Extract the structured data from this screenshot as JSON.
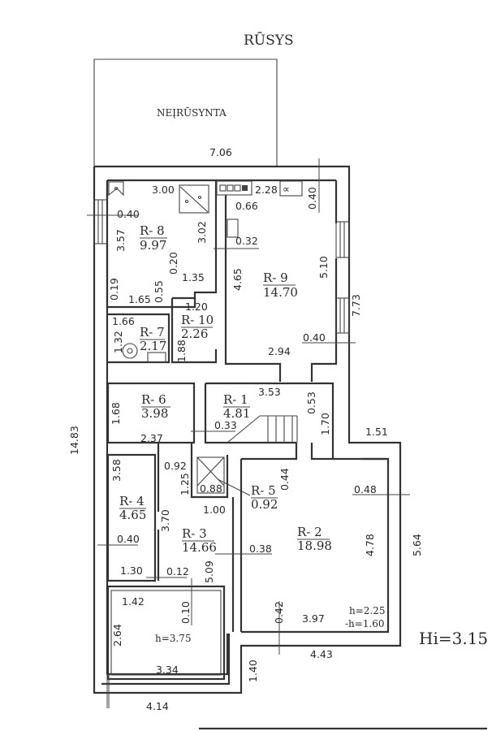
{
  "title": "RŪSYS",
  "annex_label": "NEĮRŪSYNTA",
  "ceiling_height": "Hi=3.15",
  "rooms": [
    {
      "id": "R- 8",
      "area": "9.97"
    },
    {
      "id": "R- 9",
      "area": "14.70"
    },
    {
      "id": "R- 7",
      "area": "2.17"
    },
    {
      "id": "R- 10",
      "area": "2.26"
    },
    {
      "id": "R- 6",
      "area": "3.98"
    },
    {
      "id": "R- 1",
      "area": "4.81"
    },
    {
      "id": "R- 4",
      "area": "4.65"
    },
    {
      "id": "R- 5",
      "area": "0.92"
    },
    {
      "id": "R- 3",
      "area": "14.66"
    },
    {
      "id": "R- 2",
      "area": "18.98"
    }
  ],
  "pit": {
    "height": "h=3.75"
  },
  "r2_heights": {
    "h": "h=2.25",
    "minus_h": "-h=1.60"
  },
  "dims": {
    "annex_width": "7.06",
    "r8_width": "3.00",
    "r8_window": "0.40",
    "r8_height": "3.57",
    "r8_side": "3.02",
    "r8_a": "0.20",
    "r8_b": "1.35",
    "r8_c": "0.19",
    "r8_d": "1.65",
    "r8_e": "0.55",
    "r9_top": "2.28",
    "r9_a": "0.66",
    "r9_b": "0.32",
    "r9_c": "0.40",
    "r9_left": "4.65",
    "r9_right": "5.10",
    "r9_win": "0.40",
    "r9_bottom": "2.94",
    "right_total": "7.73",
    "r10_w": "1.20",
    "r7_w": "1.66",
    "r7_h": "1.32",
    "r10_h": "1.88",
    "r1_w": "3.53",
    "r1_a": "0.53",
    "r1_b": "0.33",
    "r1_c": "1.70",
    "r6_h": "1.68",
    "r6_w": "2.37",
    "left_total": "14.83",
    "step": "1.51",
    "r4_h": "3.58",
    "r4_a": "0.40",
    "r4_w": "1.30",
    "r3_a": "0.92",
    "r3_b": "1.25",
    "r5_w": "0.88",
    "r3_c": "1.00",
    "r3_h": "3.70",
    "r3_d": "0.12",
    "r3_e": "5.09",
    "r2_a": "0.44",
    "r2_b": "0.48",
    "r2_c": "0.38",
    "r2_h": "4.78",
    "right_lower": "5.64",
    "r2_d": "0.42",
    "r2_w": "3.97",
    "bottom_w": "4.43",
    "pit_w_top": "1.42",
    "pit_a": "0.10",
    "pit_h": "2.64",
    "pit_w": "3.34",
    "lower_step": "1.40",
    "bottom_left": "4.14"
  }
}
